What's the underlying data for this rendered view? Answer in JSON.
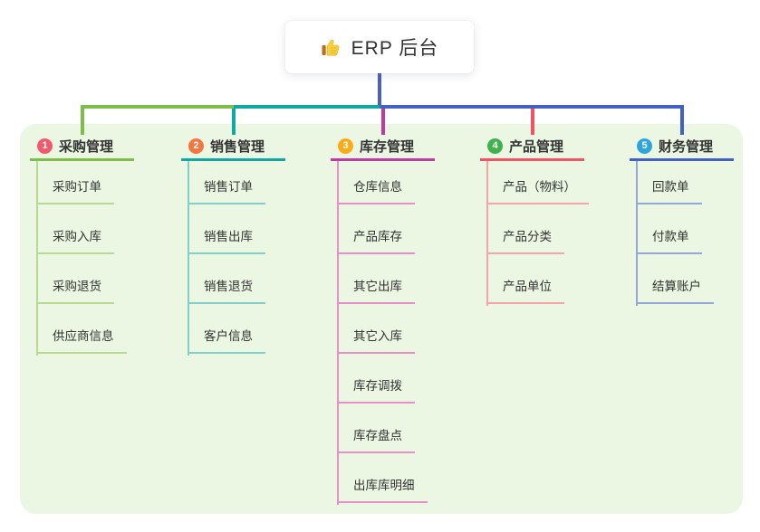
{
  "root": {
    "title": "ERP 后台",
    "icon": "thumbs-up",
    "card_color": "#ffffff",
    "text_color": "#333333"
  },
  "connector": {
    "root_line_color": "#4d5ec5"
  },
  "panel": {
    "background_color": "#ebf6e3"
  },
  "branches": [
    {
      "num": "1",
      "title": "采购管理",
      "badge_color": "#f2596b",
      "line_color": "#7dbe4a",
      "light_color": "#b6db90",
      "children": [
        "采购订单",
        "采购入库",
        "采购退货",
        "供应商信息"
      ]
    },
    {
      "num": "2",
      "title": "销售管理",
      "badge_color": "#f57540",
      "line_color": "#11a8a1",
      "light_color": "#82cfca",
      "children": [
        "销售订单",
        "销售出库",
        "销售退货",
        "客户信息"
      ]
    },
    {
      "num": "3",
      "title": "库存管理",
      "badge_color": "#f9ac18",
      "line_color": "#c13a9f",
      "light_color": "#e690c8",
      "children": [
        "仓库信息",
        "产品库存",
        "其它出库",
        "其它入库",
        "库存调拨",
        "库存盘点",
        "出库库明细"
      ]
    },
    {
      "num": "4",
      "title": "产品管理",
      "badge_color": "#3fb24d",
      "line_color": "#f15364",
      "light_color": "#f7a3ab",
      "children": [
        "产品（物料）",
        "产品分类",
        "产品单位"
      ]
    },
    {
      "num": "5",
      "title": "财务管理",
      "badge_color": "#2ca6dc",
      "line_color": "#4161c6",
      "light_color": "#95a7da",
      "children": [
        "回款单",
        "付款单",
        "结算账户"
      ]
    }
  ]
}
